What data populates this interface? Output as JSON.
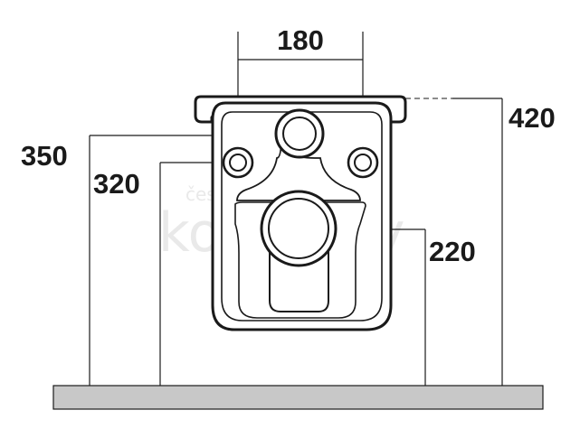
{
  "diagram": {
    "subject": "wall-hung toilet rear view with mounting dimensions",
    "dimensions": {
      "bolt_spacing": "180",
      "height_top": "420",
      "height_inlet": "350",
      "height_bolts": "320",
      "height_outlet": "220"
    },
    "watermark": {
      "line1": "české",
      "line2": "koupelny"
    },
    "colors": {
      "outline": "#1a1a1a",
      "floor": "#c8c8c8",
      "watermark": "#e9e9e9",
      "background": "#ffffff"
    }
  }
}
